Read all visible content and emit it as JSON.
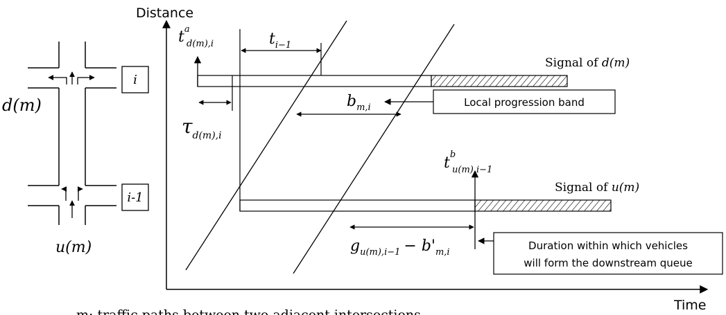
{
  "axes": {
    "y_label": "Distance",
    "x_label": "Time"
  },
  "intersections": {
    "downstream_box": "i",
    "upstream_box": "i-1",
    "downstream_name": "d(m)",
    "upstream_name": "u(m)"
  },
  "signals": {
    "downstream_prefix": "Signal of ",
    "downstream_name": "d(m)",
    "upstream_prefix": "Signal of ",
    "upstream_name": "u(m)"
  },
  "math": {
    "t_a": {
      "base": "t",
      "sup": "a",
      "sub": "d(m),i"
    },
    "tau": {
      "base": "τ",
      "sub": "d(m),i"
    },
    "t_prev": {
      "base": "t",
      "sub": "i−1"
    },
    "b_band": {
      "base": "b",
      "sub": "m,i"
    },
    "t_b": {
      "base": "t",
      "sup": "b",
      "sub": "u(m),i−1"
    },
    "g_expr": {
      "base": "g",
      "sub": "u(m),i−1",
      "rest": "− b'",
      "rest_sub": "m,i"
    }
  },
  "callouts": {
    "band": "Local progression band",
    "queue_line1": "Duration within which vehicles",
    "queue_line2": "will form the downstream queue"
  },
  "caption": "m: traffic paths between two adjacent intersections",
  "colors": {
    "ink": "#000000",
    "background": "#ffffff"
  }
}
